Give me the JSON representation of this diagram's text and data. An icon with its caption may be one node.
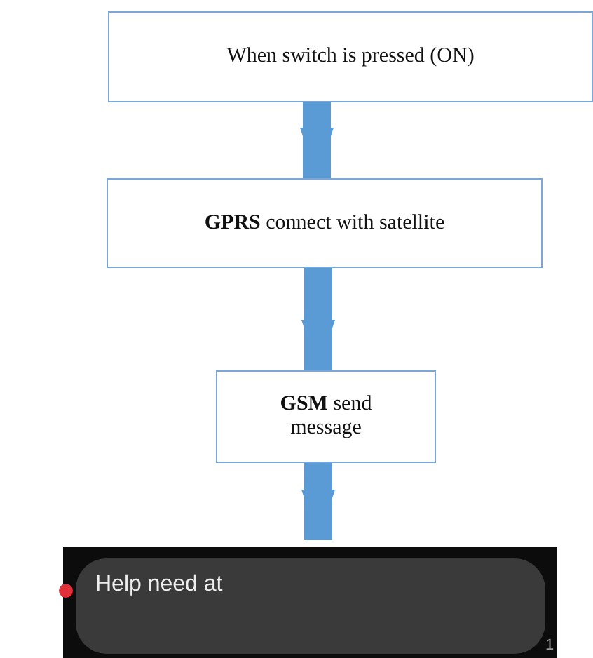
{
  "diagram": {
    "nodes": [
      {
        "text": [
          "When switch is pressed (ON)"
        ]
      },
      {
        "text": [
          "**GPRS** connect with satellite"
        ]
      },
      {
        "text": [
          "**GSM** send message"
        ]
      },
      {
        "text": [
          "Help need at"
        ]
      }
    ],
    "edges": [
      {
        "from": 0,
        "to": 1,
        "arrow": "to"
      },
      {
        "from": 1,
        "to": 2,
        "arrow": "to"
      },
      {
        "from": 2,
        "to": 3,
        "arrow": "to"
      }
    ],
    "labels": [
      "1"
    ]
  }
}
